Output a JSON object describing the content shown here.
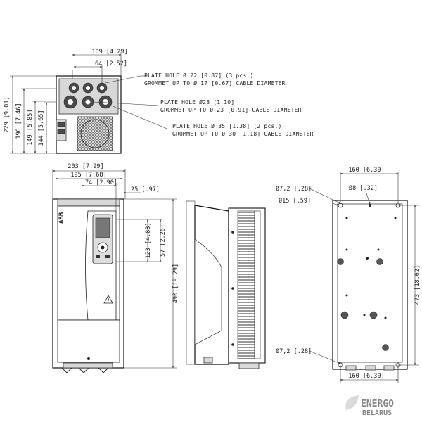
{
  "top_view": {
    "dim_width_outer": "109 [4.29]",
    "dim_width_inner": "64 [2.52]",
    "dim_h1": "229 [9.01]",
    "dim_h2": "190 [7.46]",
    "dim_h3": "149 [5.85]",
    "dim_h4": "144 [5.65]",
    "notes": [
      {
        "line1": "PLATE HOLE Ø 22 [0.87] (3 pcs.)",
        "line2": "GROMMET UP TO Ø 17 [0.67] CABLE DIAMETER"
      },
      {
        "line1": "PLATE HOLE Ø28 [1.10]",
        "line2": "GROMMET UP TO Ø 23 [0.91] CABLE DIAMETER"
      },
      {
        "line1": "PLATE HOLE Ø 35 [1.38] (2 pcs.)",
        "line2": "GROMMET UP TO Ø 30 [1.18] CABLE DIAMETER"
      }
    ]
  },
  "front_view": {
    "dim_203": "203 [7.99]",
    "dim_195": "195 [7.68]",
    "dim_74": "74 [2.90]",
    "dim_25": "25 [.97]",
    "dim_123": "123 [4.83]",
    "dim_57": "57 [2.26]",
    "dim_490": "490 [19.29]",
    "brand": "ABB"
  },
  "back_view": {
    "dim_160_top": "160 [6.30]",
    "dim_160_bottom": "160 [6.30]",
    "dim_hole_72_top": "Ø7,2 [.28]",
    "dim_hole_8": "Ø8 [.32]",
    "dim_hole_15": "Ø15 [.59]",
    "dim_hole_72_bottom": "Ø7,2 [.28]",
    "dim_473": "473 [18.62]"
  },
  "watermark": {
    "line1": "ENERGO",
    "line2": "BELARUS"
  }
}
